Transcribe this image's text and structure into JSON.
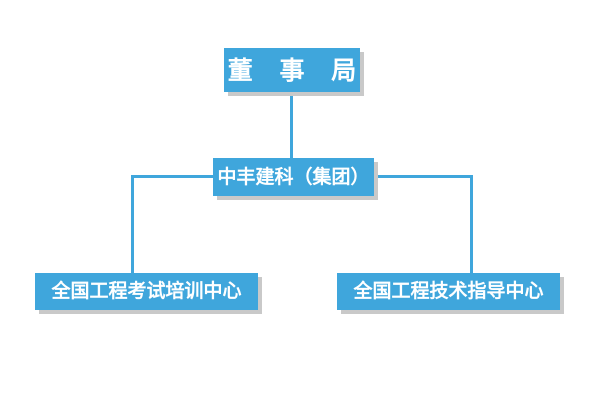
{
  "diagram": {
    "type": "organizational-hierarchy",
    "orientation": "top-down",
    "background_color": "#ffffff",
    "node_fill_color": "#3fa6dc",
    "node_text_color": "#ffffff",
    "node_shadow_color": "#c9c9c9",
    "connector_color": "#3fa6dc",
    "nodes": [
      {
        "id": "board",
        "level": 0,
        "label": "董 事 局",
        "name": "board-of-directors-node"
      },
      {
        "id": "group",
        "level": 1,
        "label": "中丰建科（集团）",
        "name": "group-company-node"
      },
      {
        "id": "exam_center",
        "level": 2,
        "label": "全国工程考试培训中心",
        "name": "exam-training-center-node"
      },
      {
        "id": "tech_center",
        "level": 2,
        "label": "全国工程技术指导中心",
        "name": "technical-guidance-center-node"
      }
    ],
    "edges": [
      {
        "from": "board",
        "to": "group"
      },
      {
        "from": "group",
        "to": "exam_center"
      },
      {
        "from": "group",
        "to": "tech_center"
      }
    ]
  }
}
